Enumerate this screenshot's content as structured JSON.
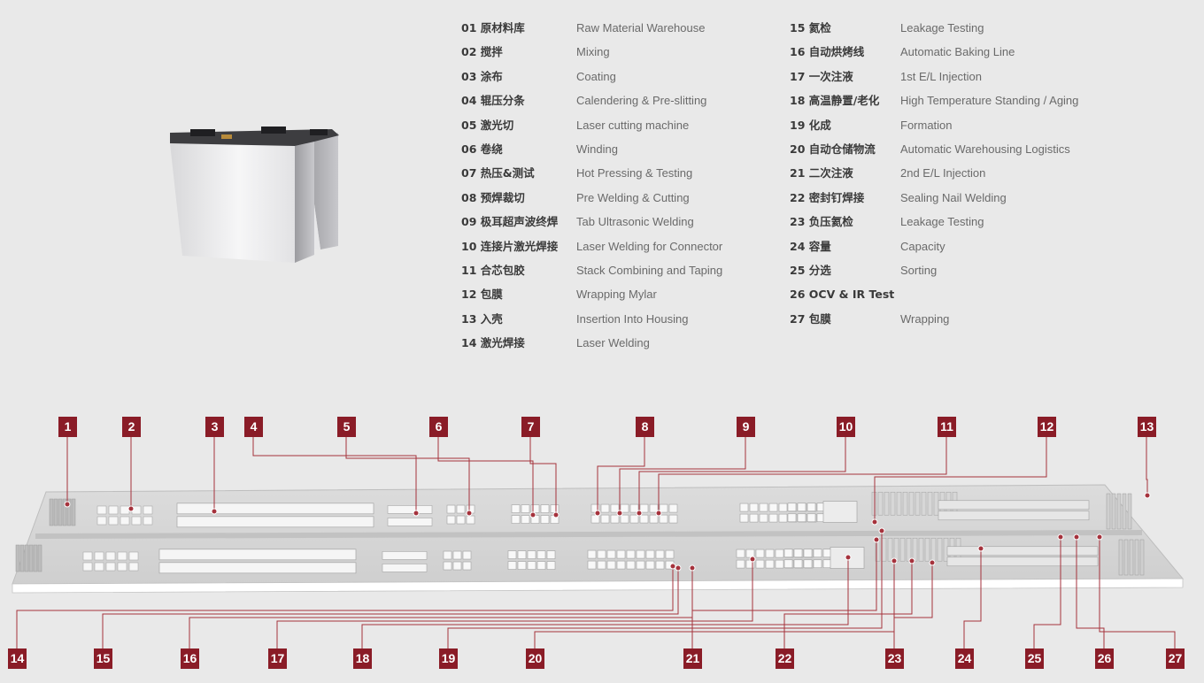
{
  "legend": [
    {
      "num": "01",
      "cn": "原材料库",
      "en": "Raw Material Warehouse"
    },
    {
      "num": "02",
      "cn": "搅拌",
      "en": "Mixing"
    },
    {
      "num": "03",
      "cn": "涂布",
      "en": "Coating"
    },
    {
      "num": "04",
      "cn": "辊压分条",
      "en": "Calendering & Pre-slitting"
    },
    {
      "num": "05",
      "cn": "激光切",
      "en": "Laser cutting machine"
    },
    {
      "num": "06",
      "cn": "卷绕",
      "en": "Winding"
    },
    {
      "num": "07",
      "cn": "热压&测试",
      "en": "Hot Pressing & Testing"
    },
    {
      "num": "08",
      "cn": "预焊裁切",
      "en": "Pre Welding & Cutting"
    },
    {
      "num": "09",
      "cn": "极耳超声波终焊",
      "en": "Tab Ultrasonic Welding"
    },
    {
      "num": "10",
      "cn": "连接片激光焊接",
      "en": "Laser Welding for Connector"
    },
    {
      "num": "11",
      "cn": "合芯包胶",
      "en": "Stack Combining and Taping"
    },
    {
      "num": "12",
      "cn": "包膜",
      "en": "Wrapping Mylar"
    },
    {
      "num": "13",
      "cn": "入壳",
      "en": "Insertion Into Housing"
    },
    {
      "num": "14",
      "cn": "激光焊接",
      "en": "Laser Welding"
    },
    {
      "num": "15",
      "cn": "氦检",
      "en": "Leakage Testing"
    },
    {
      "num": "16",
      "cn": "自动烘烤线",
      "en": "Automatic Baking Line"
    },
    {
      "num": "17",
      "cn": "一次注液",
      "en": "1st E/L Injection"
    },
    {
      "num": "18",
      "cn": "高温静置/老化",
      "en": "High Temperature Standing / Aging"
    },
    {
      "num": "19",
      "cn": "化成",
      "en": "Formation"
    },
    {
      "num": "20",
      "cn": "自动仓储物流",
      "en": "Automatic Warehousing Logistics"
    },
    {
      "num": "21",
      "cn": "二次注液",
      "en": "2nd E/L Injection"
    },
    {
      "num": "22",
      "cn": "密封钉焊接",
      "en": "Sealing Nail Welding"
    },
    {
      "num": "23",
      "cn": "负压氦检",
      "en": "Leakage Testing"
    },
    {
      "num": "24",
      "cn": "容量",
      "en": "Capacity"
    },
    {
      "num": "25",
      "cn": "分选",
      "en": "Sorting"
    },
    {
      "num": "26",
      "cn": "OCV & IR Test",
      "en": ""
    },
    {
      "num": "27",
      "cn": "包膜",
      "en": "Wrapping"
    }
  ],
  "markers_top": [
    "1",
    "2",
    "3",
    "4",
    "5",
    "6",
    "7",
    "8",
    "9",
    "10",
    "11",
    "12",
    "13"
  ],
  "markers_bottom": [
    "14",
    "15",
    "16",
    "17",
    "18",
    "19",
    "20",
    "21",
    "22",
    "23",
    "24",
    "25",
    "26",
    "27"
  ],
  "colors": {
    "background": "#e9e9e9",
    "marker": "#8a1c27",
    "leader": "#a5323c",
    "floor": "#d9d9d9",
    "equipment": "#f4f4f4"
  }
}
